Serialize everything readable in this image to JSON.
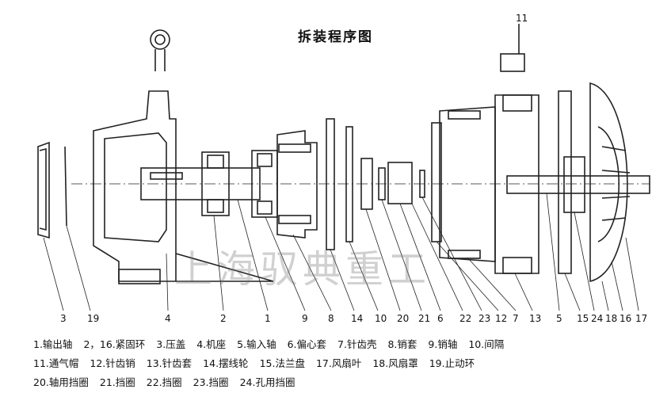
{
  "title": "拆装程序图",
  "watermark": "上海驭典重工",
  "callout_top": "11",
  "labels": [
    "3",
    "19",
    "4",
    "2",
    "1",
    "9",
    "8",
    "14",
    "10",
    "20",
    "21",
    "6",
    "22",
    "23",
    "12",
    "7",
    "13",
    "5",
    "15",
    "24",
    "18",
    "16",
    "17"
  ],
  "legend": [
    [
      "1.输出轴",
      "2，16.紧固环",
      "3.压盖",
      "4.机座",
      "5.输入轴",
      "6.偏心套",
      "7.针齿壳",
      "8.销套",
      "9.销轴",
      "10.间隔"
    ],
    [
      "11.通气帽",
      "12.针齿销",
      "13.针齿套",
      "14.摆线轮",
      "15.法兰盘",
      "17.风扇叶",
      "18.风扇罩",
      "19.止动环"
    ],
    [
      "20.轴用挡圈",
      "21.挡圈",
      "22.挡圈",
      "23.挡圈",
      "24.孔用挡圈"
    ]
  ]
}
